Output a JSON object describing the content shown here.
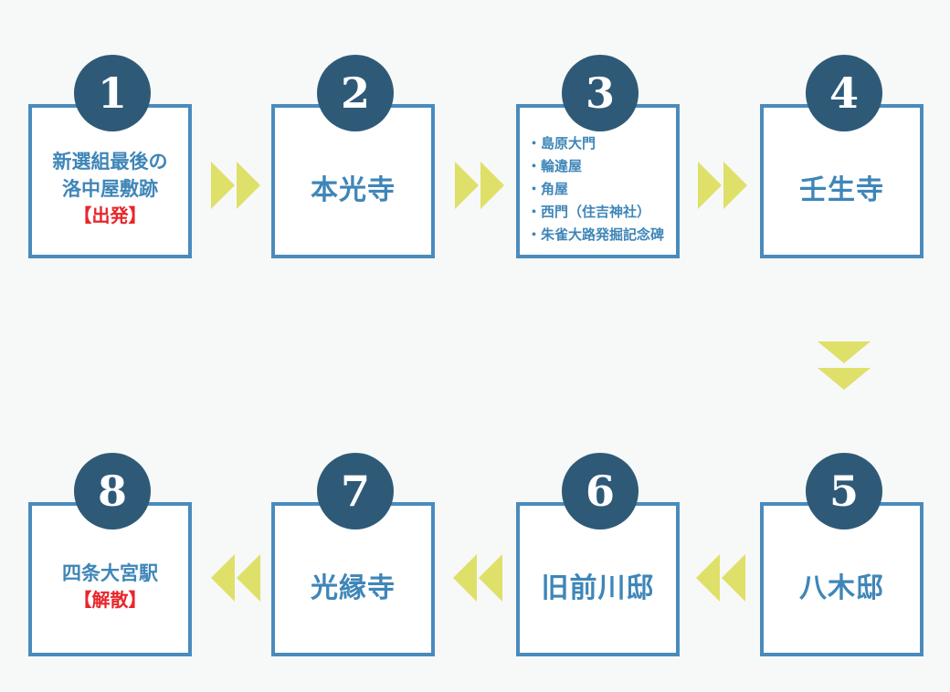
{
  "steps": [
    {
      "number": "1",
      "lines": [
        "新選組最後の",
        "洛中屋敷跡"
      ],
      "tag": "【出発】"
    },
    {
      "number": "2",
      "label": "本光寺"
    },
    {
      "number": "3",
      "items": [
        "島原大門",
        "輪違屋",
        "角屋",
        "西門（住吉神社）",
        "朱雀大路発掘記念碑"
      ]
    },
    {
      "number": "4",
      "label": "壬生寺"
    },
    {
      "number": "5",
      "label": "八木邸"
    },
    {
      "number": "6",
      "label": "旧前川邸"
    },
    {
      "number": "7",
      "label": "光縁寺"
    },
    {
      "number": "8",
      "lines": [
        "四条大宮駅"
      ],
      "tag": "【解散】"
    }
  ],
  "colors": {
    "box_border": "#4a8bbd",
    "circle": "#2e5a78",
    "text": "#3f86b8",
    "accent_red": "#e8262a",
    "arrow": "#dfe06a"
  }
}
